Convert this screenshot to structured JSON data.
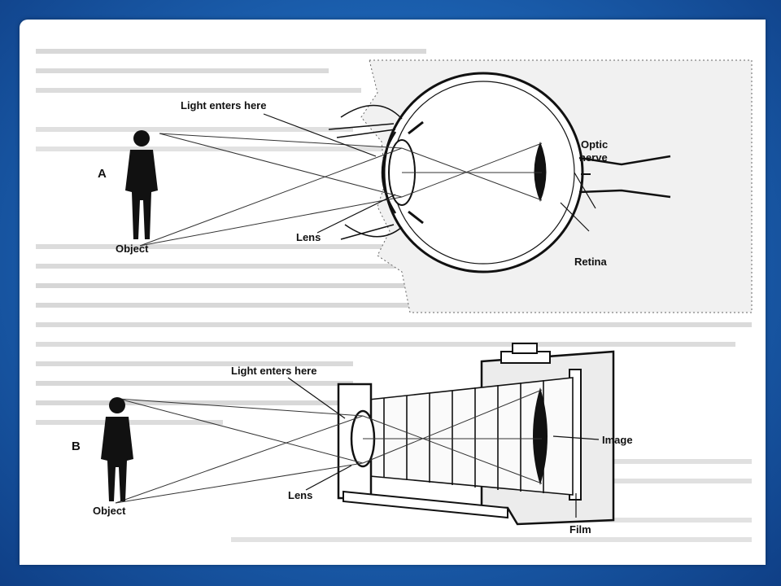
{
  "slide": {
    "background_color": "#1b5fae",
    "panel_color": "#ffffff"
  },
  "eye": {
    "figure_letter": "A",
    "light_label": "Light enters here",
    "optic_nerve_label_line1": "Optic",
    "optic_nerve_label_line2": "nerve",
    "lens_label": "Lens",
    "retina_label": "Retina",
    "object_label": "Object"
  },
  "camera": {
    "figure_letter": "B",
    "light_label": "Light enters here",
    "lens_label": "Lens",
    "image_label": "Image",
    "film_label": "Film",
    "object_label": "Object"
  }
}
